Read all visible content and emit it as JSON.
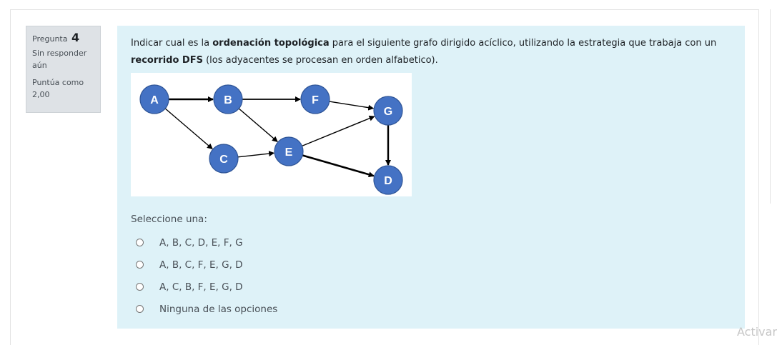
{
  "question": {
    "label": "Pregunta",
    "number": "4",
    "state": "Sin responder aún",
    "grade": "Puntúa como 2,00",
    "text_parts": [
      "Indicar cual es la ",
      "ordenación topológica",
      " para el siguiente grafo dirigido acíclico, utilizando la estrategia que trabaja con un ",
      "recorrido DFS",
      " (los adyacentes se procesan en orden alfabetico)."
    ],
    "prompt": "Seleccione una:",
    "options": [
      "A, B, C, D, E, F, G",
      "A, B, C, F, E, G, D",
      "A, C, B, F, E, G, D",
      "Ninguna de las opciones"
    ]
  },
  "graph": {
    "node_color": "#4472c4",
    "nodes": [
      "A",
      "B",
      "C",
      "D",
      "E",
      "F",
      "G"
    ],
    "edges": [
      [
        "A",
        "B"
      ],
      [
        "A",
        "C"
      ],
      [
        "B",
        "F"
      ],
      [
        "B",
        "E"
      ],
      [
        "C",
        "E"
      ],
      [
        "F",
        "G"
      ],
      [
        "E",
        "G"
      ],
      [
        "E",
        "D"
      ],
      [
        "G",
        "D"
      ]
    ]
  },
  "watermark": "Activar"
}
